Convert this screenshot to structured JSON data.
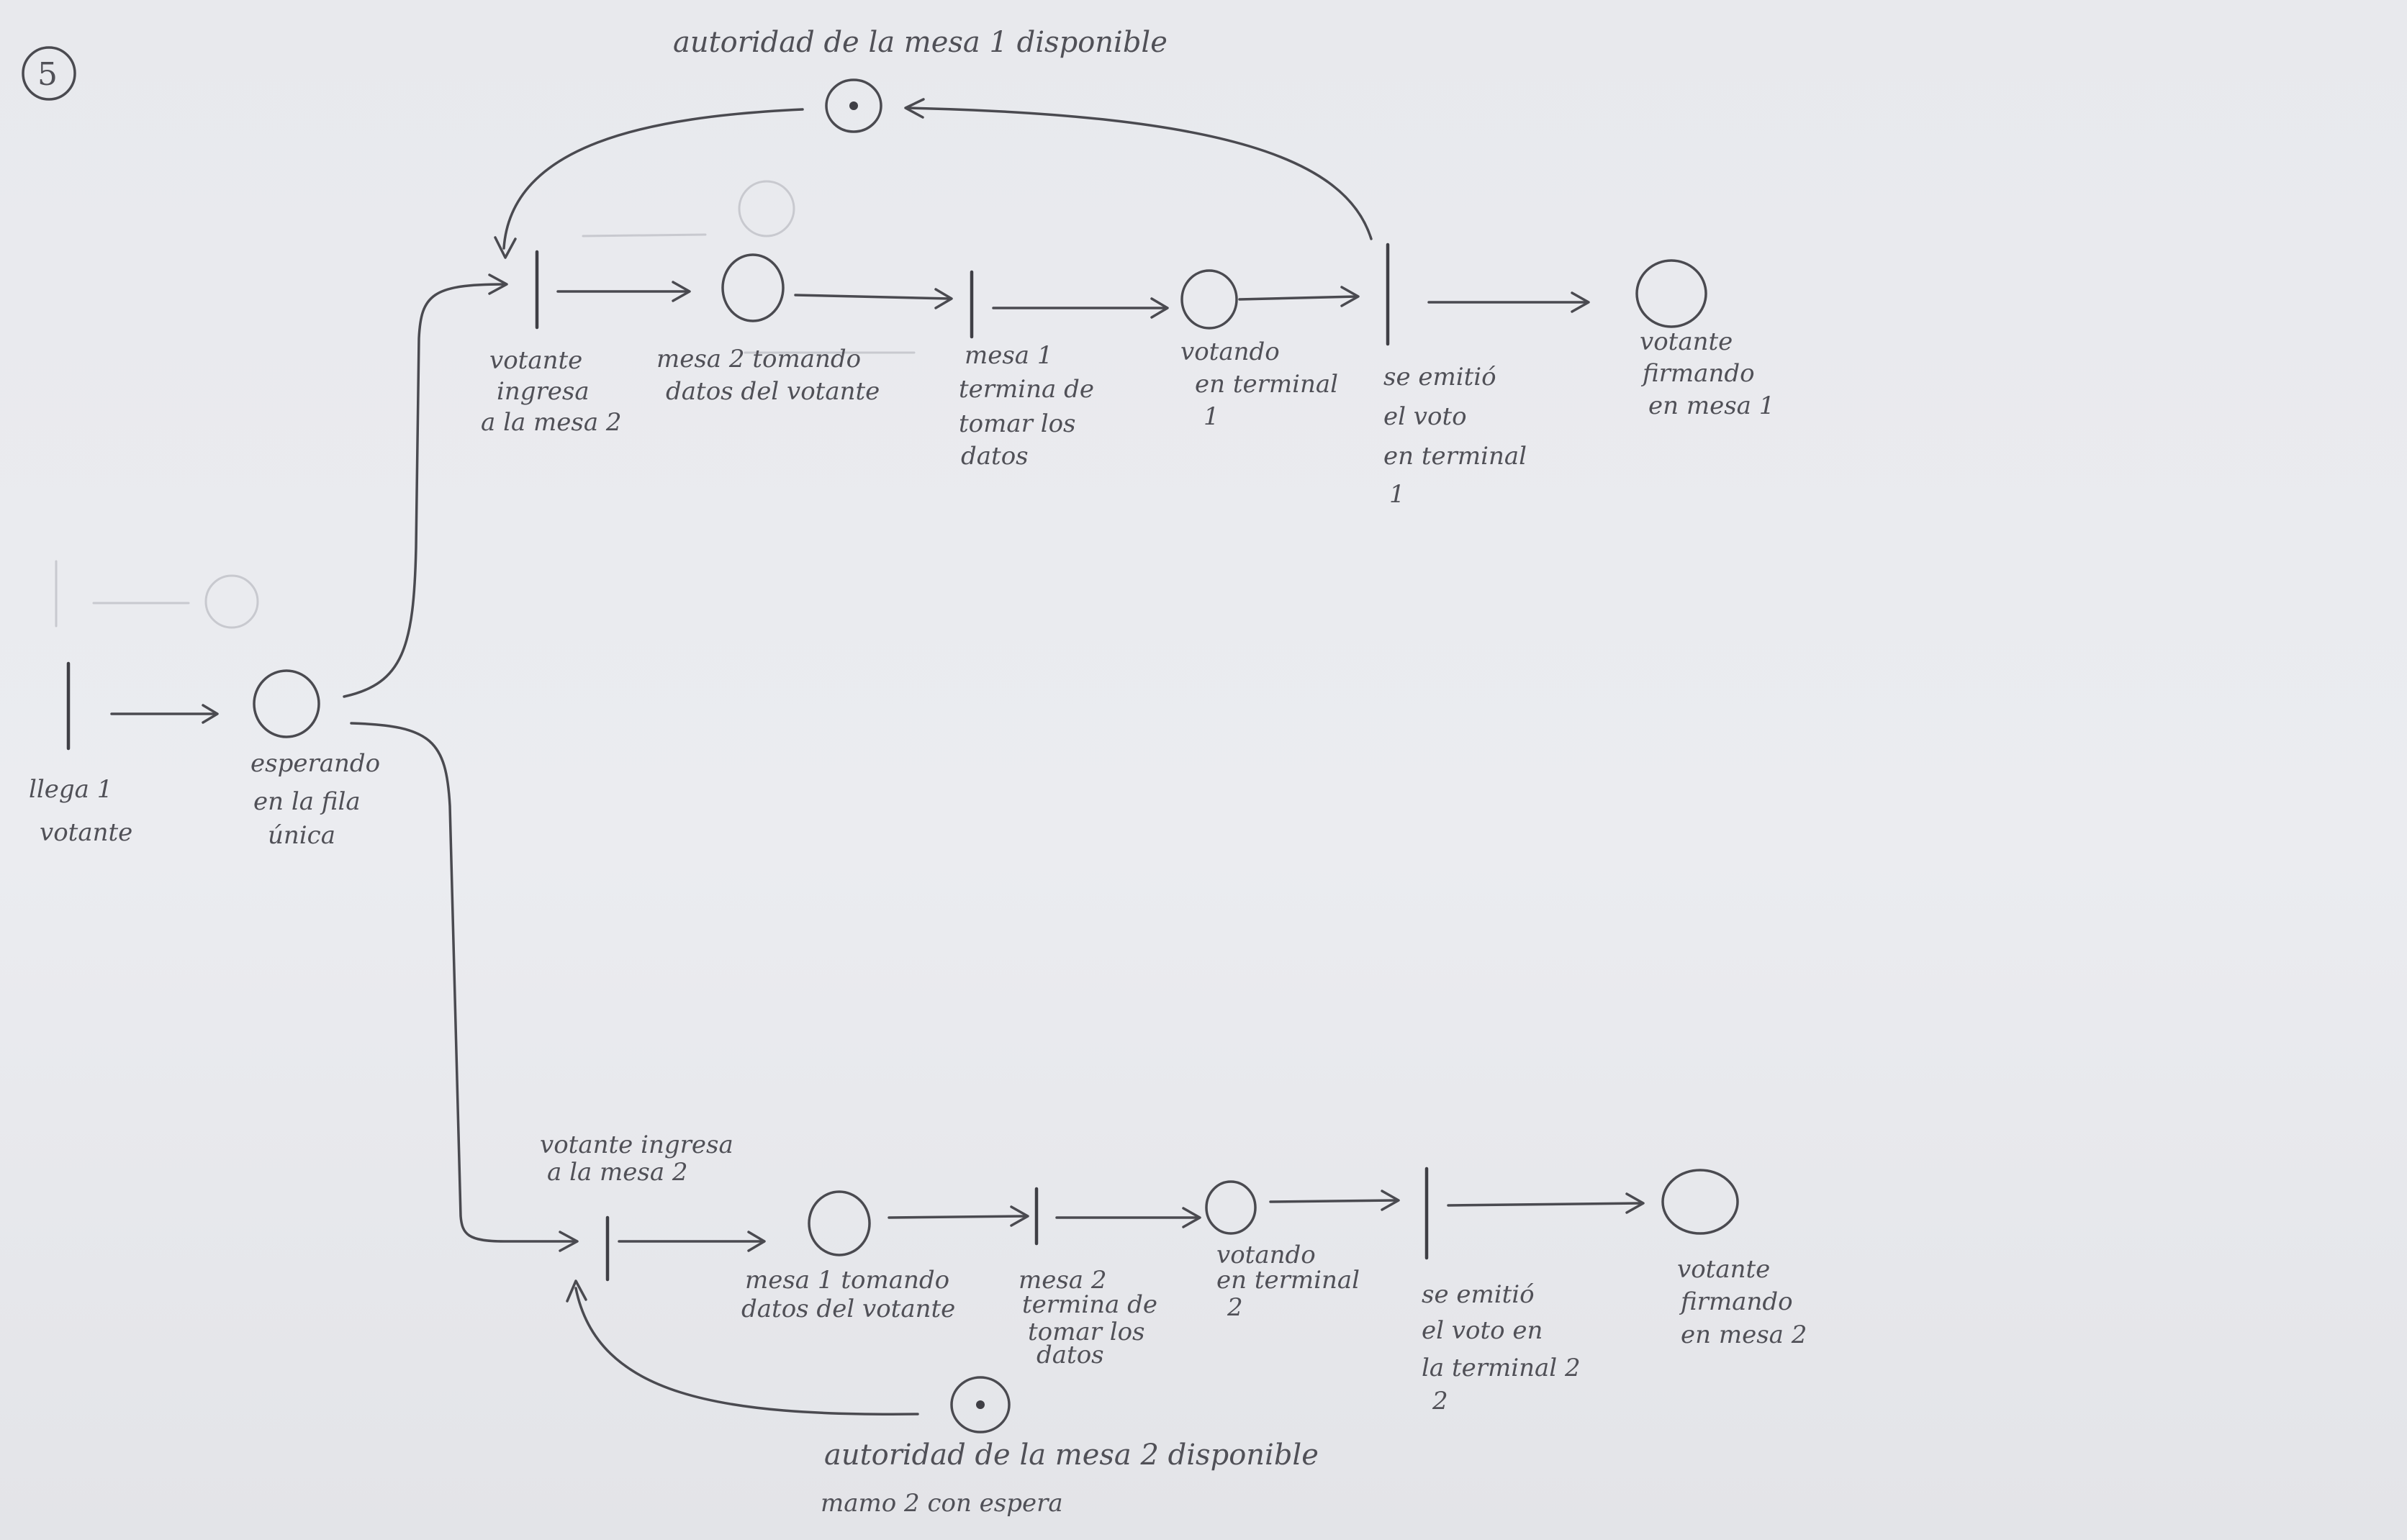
{
  "sheet": {
    "page_number": "5"
  },
  "labels": {
    "authority_1": "autoridad de la mesa 1 disponible",
    "authority_2": [
      "autoridad de la mesa 2 disponible",
      "mamo 2 con espera"
    ],
    "arrival": [
      "llega 1",
      "votante"
    ],
    "queue": [
      "esperando",
      "en la fila",
      "única"
    ],
    "top": {
      "t_enter": [
        "votante",
        "ingresa",
        "a la mesa 2"
      ],
      "p_taking": [
        "mesa 2 tomando",
        "datos del votante"
      ],
      "t_finish": [
        "mesa 1",
        "termina de",
        "tomar los",
        "datos"
      ],
      "p_voting": [
        "votando",
        "en terminal",
        "1"
      ],
      "t_emitted": [
        "se emitió",
        "el voto",
        "en terminal",
        "1"
      ],
      "p_signing": [
        "votante",
        "firmando",
        "en mesa 1"
      ]
    },
    "bottom": {
      "t_enter": [
        "votante ingresa",
        "a la mesa 2"
      ],
      "p_taking": [
        "mesa 1 tomando",
        "datos del votante"
      ],
      "t_finish": [
        "mesa 2",
        "termina de",
        "tomar los",
        "datos"
      ],
      "p_voting": [
        "votando",
        "en terminal",
        "2"
      ],
      "t_emitted": [
        "se emitió",
        "el voto en",
        "la terminal 2",
        "2"
      ],
      "p_signing": [
        "votante",
        "firmando",
        "en mesa 2"
      ]
    }
  }
}
